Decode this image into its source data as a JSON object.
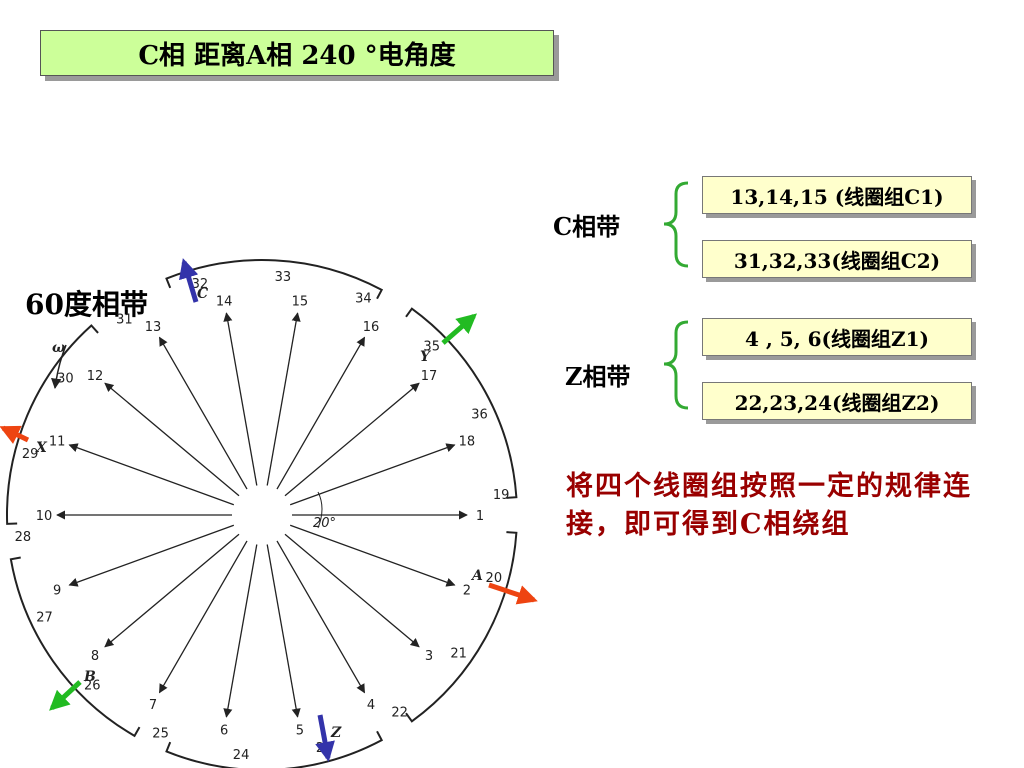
{
  "title": "C相 距离A相 240 °电角度",
  "band_label": "60度相带",
  "c_band": {
    "label": "C相带",
    "groups": [
      "13,14,15 (线圈组C1)",
      "31,32,33(线圈组C2)"
    ]
  },
  "z_band": {
    "label": "Z相带",
    "groups": [
      "4 , 5, 6(线圈组Z1)",
      "22,23,24(线圈组Z2)"
    ]
  },
  "note": "将四个线圈组按照一定的规律连接，即可得到C相绕组",
  "diagram": {
    "phase_labels": [
      "C",
      "Y",
      "A",
      "Z",
      "B",
      "X"
    ],
    "omega": "ω",
    "angle": "20°",
    "slots_inner": [
      "1",
      "2",
      "3",
      "4",
      "5",
      "6",
      "7",
      "8",
      "9",
      "10",
      "11",
      "12",
      "13",
      "14",
      "15",
      "16",
      "17",
      "18"
    ],
    "slots_outer": [
      "19",
      "20",
      "21",
      "22",
      "23",
      "24",
      "25",
      "26",
      "27",
      "28",
      "29",
      "30",
      "31",
      "32",
      "33",
      "34",
      "35",
      "36"
    ],
    "colors": {
      "blue": "#3333aa",
      "green": "#22bb22",
      "red": "#ee4411"
    }
  }
}
